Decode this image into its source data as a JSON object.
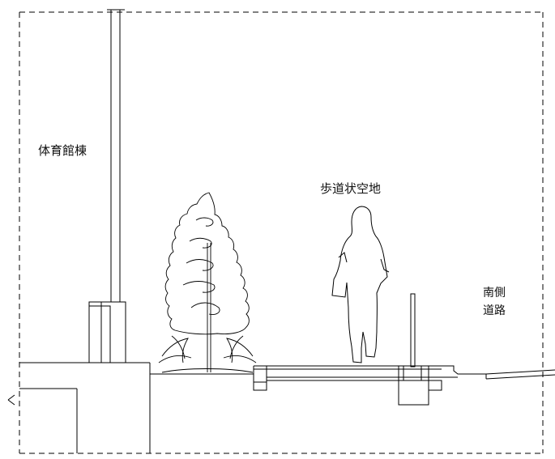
{
  "labels": {
    "gym_building": "体育館棟",
    "sidewalk_open_space": "歩道状空地",
    "south_road_line1": "南側",
    "south_road_line2": "道路"
  },
  "colors": {
    "line": "#000000",
    "background": "#ffffff"
  }
}
